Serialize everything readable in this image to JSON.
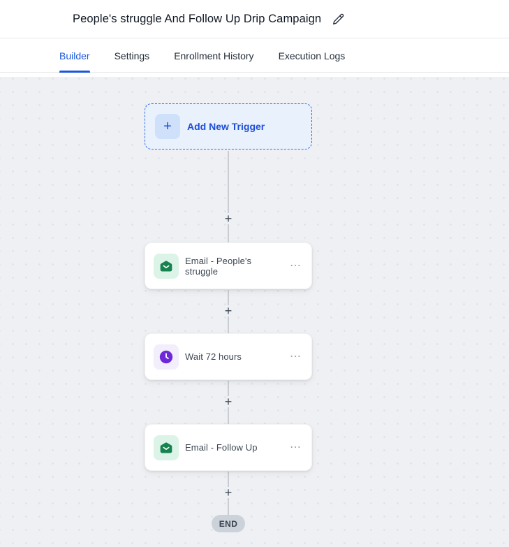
{
  "header": {
    "title": "People's struggle And Follow Up Drip Campaign"
  },
  "tabs": [
    {
      "label": "Builder",
      "active": true
    },
    {
      "label": "Settings",
      "active": false
    },
    {
      "label": "Enrollment History",
      "active": false
    },
    {
      "label": "Execution Logs",
      "active": false
    }
  ],
  "canvas": {
    "trigger": {
      "label": "Add New Trigger",
      "plus_glyph": "+"
    },
    "nodes": [
      {
        "type": "email",
        "label": "Email - People's struggle"
      },
      {
        "type": "wait",
        "label": "Wait 72 hours"
      },
      {
        "type": "email",
        "label": "Email - Follow Up"
      }
    ],
    "insert_glyph": "+",
    "menu_glyph": "⋯",
    "end_label": "END"
  },
  "colors": {
    "accent_blue": "#1a56db",
    "trigger_bg": "#e9f1fd",
    "email_icon_green": "#15824f",
    "email_icon_bg": "#dbf4e7",
    "wait_icon_purple": "#6d28d9",
    "wait_icon_bg": "#f2eefc",
    "canvas_bg": "#eef0f3",
    "end_pill_bg": "#ccd2d9"
  }
}
